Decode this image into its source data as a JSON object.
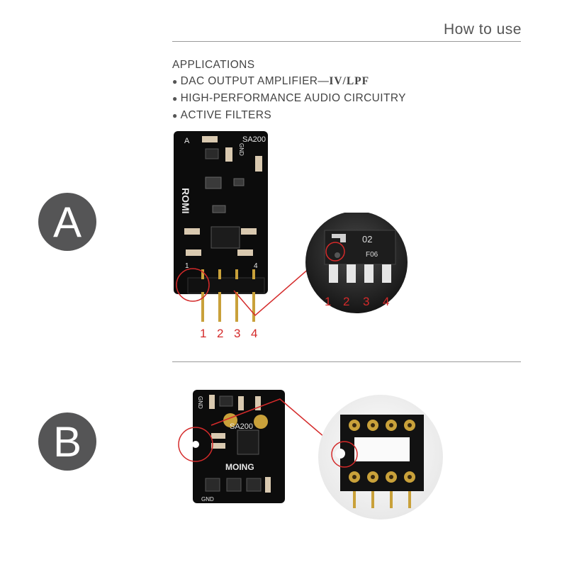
{
  "header": {
    "title": "How to use"
  },
  "applications": {
    "heading": "APPLICATIONS",
    "items": [
      {
        "prefix": "DAC OUTPUT AMPLIFIER—",
        "emphasis": "IV/LPF"
      },
      {
        "prefix": "HIGH-PERFORMANCE AUDIO CIRCUITRY",
        "emphasis": ""
      },
      {
        "prefix": "ACTIVE FILTERS",
        "emphasis": ""
      }
    ]
  },
  "section_a": {
    "badge": "A",
    "board_corner_label": "A",
    "board_model": "SA200",
    "board_gnd": "GND",
    "board_brand": "ROMI",
    "board_pin4": "4",
    "board_pin1": "1",
    "board_pins": [
      "1",
      "2",
      "3",
      "4"
    ],
    "chip_marking_1": "02",
    "chip_marking_2": "F06",
    "chip_pins": [
      "1",
      "2",
      "3",
      "4"
    ]
  },
  "section_b": {
    "badge": "B",
    "board_model": "SA200",
    "board_gnd_top": "GND",
    "board_gnd_bottom": "GND",
    "board_brand": "MOING"
  },
  "colors": {
    "badge": "#555556",
    "annotation": "#d42a2a",
    "pcb": "#0c0c0c",
    "gold": "#c9a13a"
  },
  "icons": {
    "bullet": "bullet-dot-icon"
  }
}
